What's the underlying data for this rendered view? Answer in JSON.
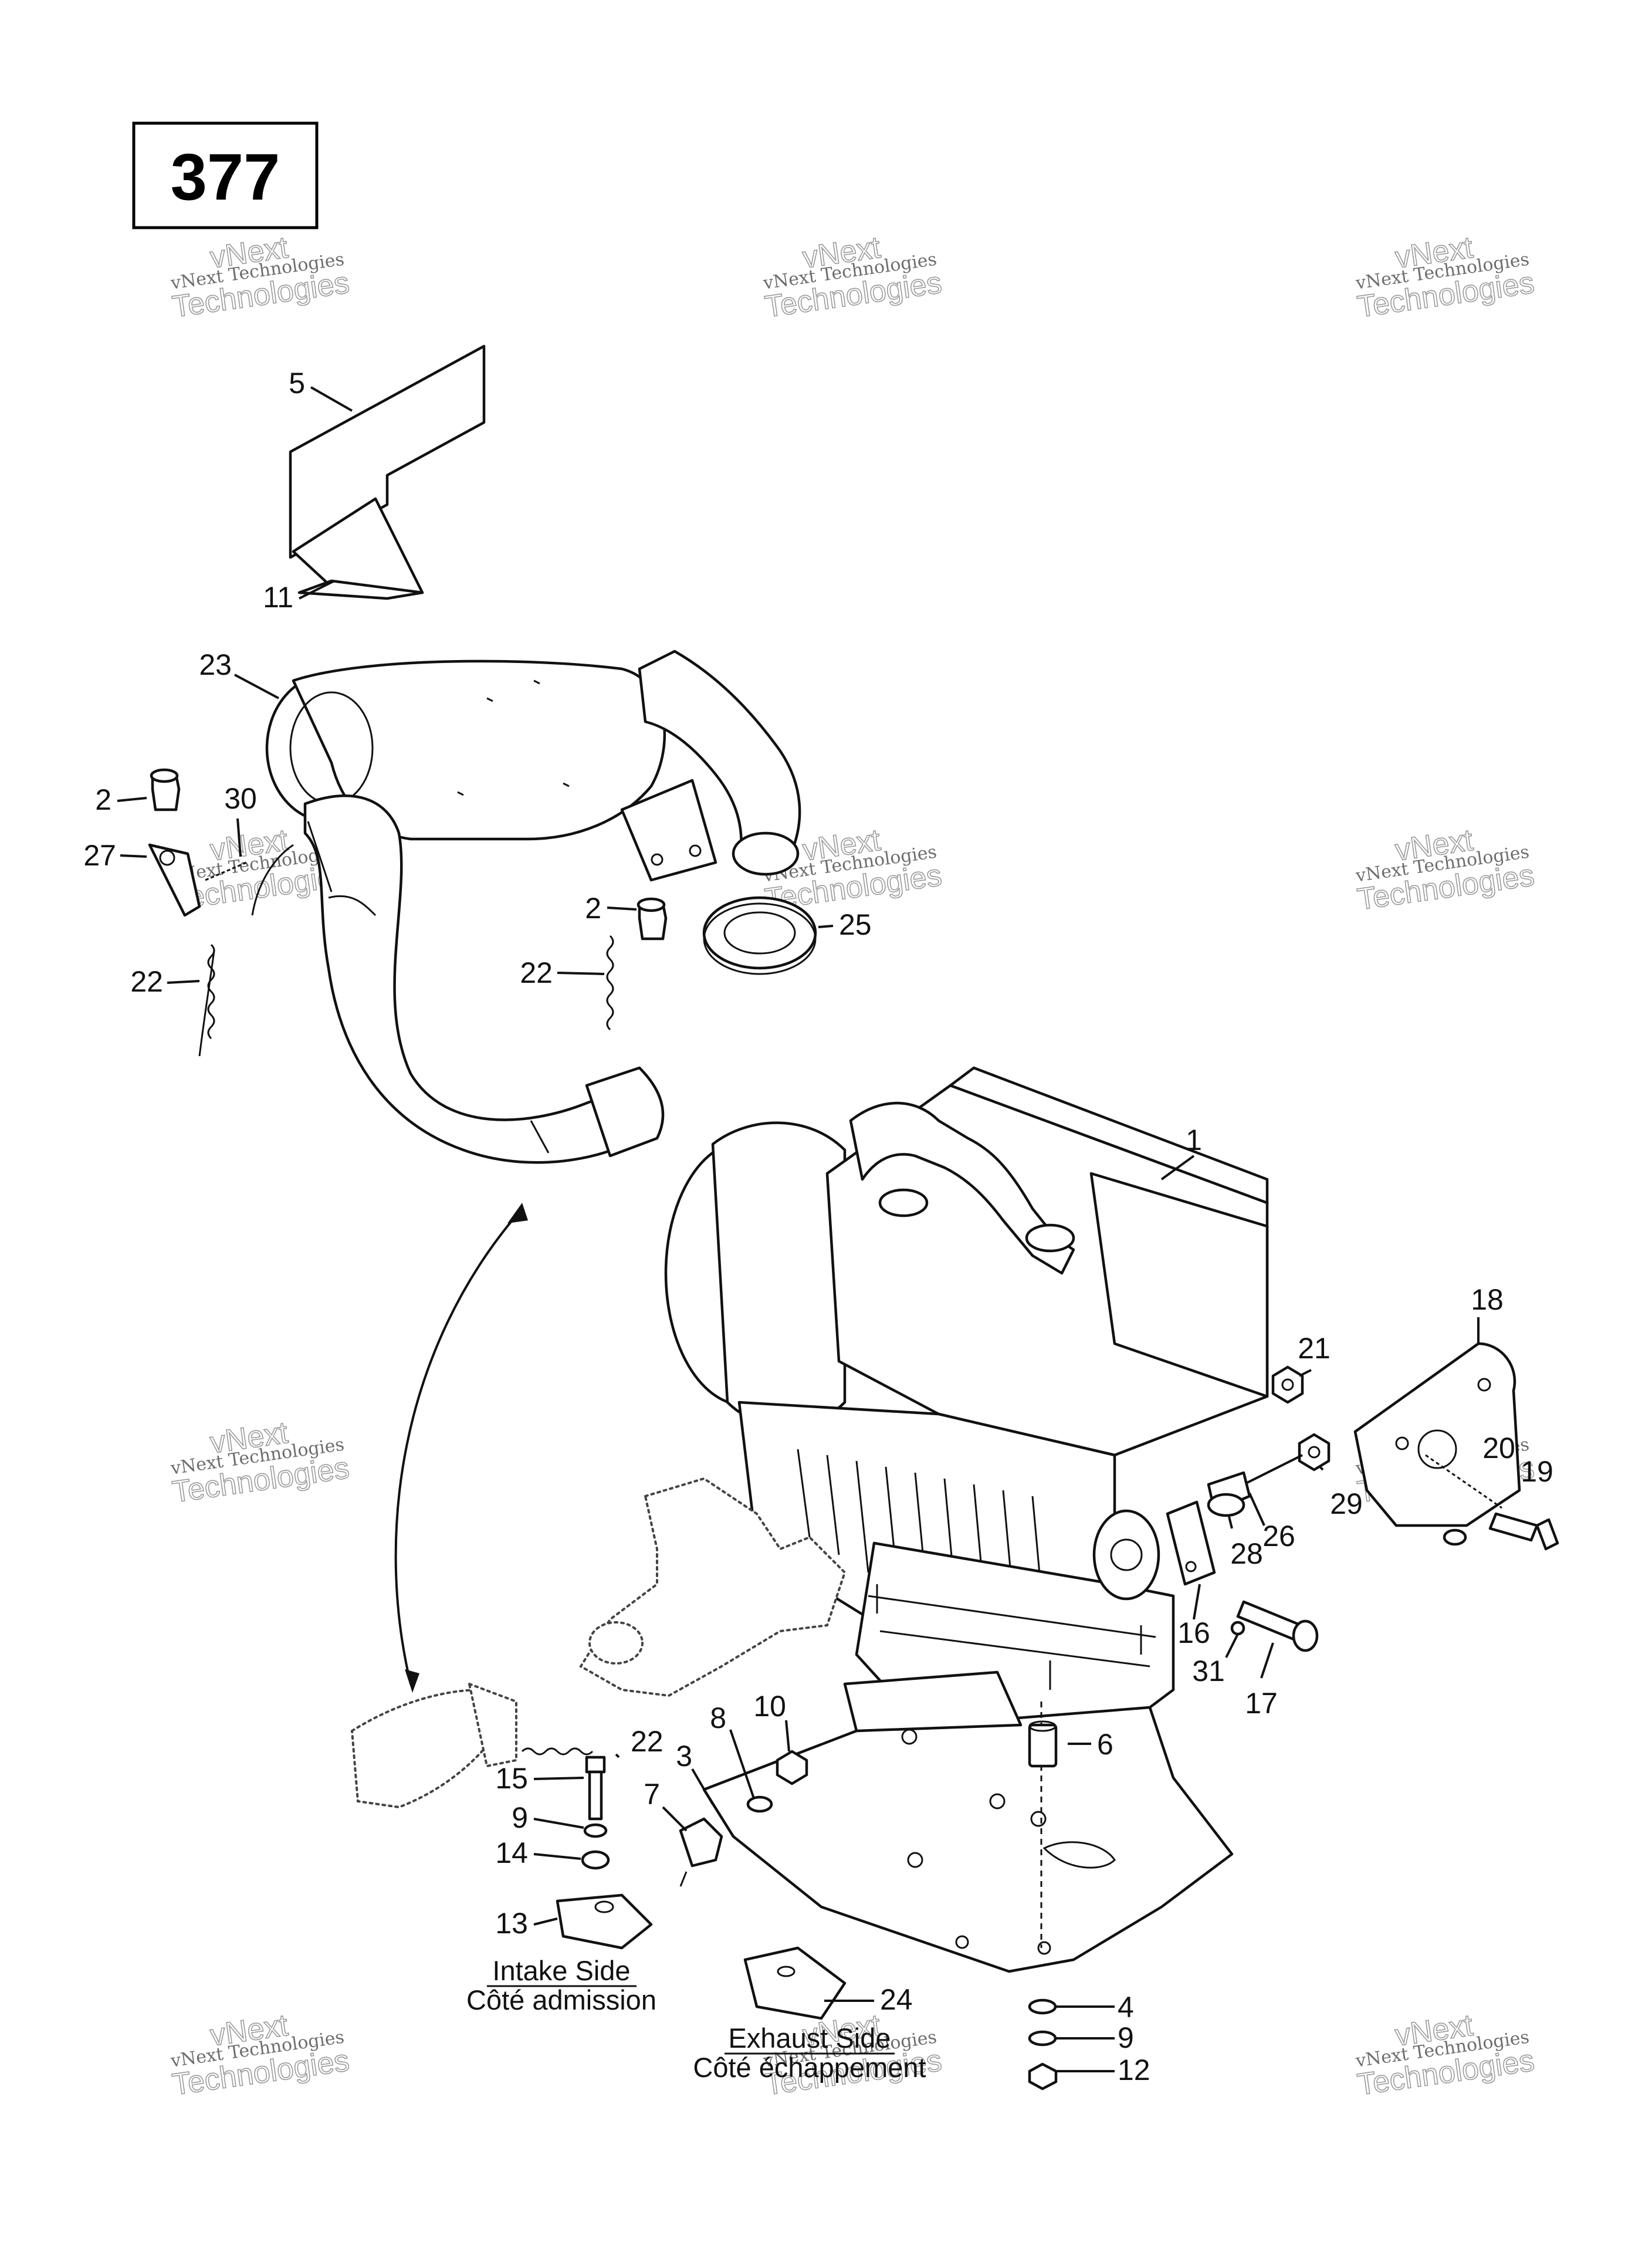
{
  "page": {
    "number": "377",
    "footer_code": ""
  },
  "callouts": [
    {
      "id": "c5",
      "text": "5"
    },
    {
      "id": "c11",
      "text": "11"
    },
    {
      "id": "c23",
      "text": "23"
    },
    {
      "id": "c2a",
      "text": "2"
    },
    {
      "id": "c30",
      "text": "30"
    },
    {
      "id": "c27",
      "text": "27"
    },
    {
      "id": "c22a",
      "text": "22"
    },
    {
      "id": "c2b",
      "text": "2"
    },
    {
      "id": "c25",
      "text": "25"
    },
    {
      "id": "c22b",
      "text": "22"
    },
    {
      "id": "c1",
      "text": "1"
    },
    {
      "id": "c18",
      "text": "18"
    },
    {
      "id": "c21",
      "text": "21"
    },
    {
      "id": "c20",
      "text": "20"
    },
    {
      "id": "c19",
      "text": "19"
    },
    {
      "id": "c29",
      "text": "29"
    },
    {
      "id": "c26",
      "text": "26"
    },
    {
      "id": "c28",
      "text": "28"
    },
    {
      "id": "c16",
      "text": "16"
    },
    {
      "id": "c31",
      "text": "31"
    },
    {
      "id": "c17",
      "text": "17"
    },
    {
      "id": "c10",
      "text": "10"
    },
    {
      "id": "c8",
      "text": "8"
    },
    {
      "id": "c3",
      "text": "3"
    },
    {
      "id": "c7",
      "text": "7"
    },
    {
      "id": "c22c",
      "text": "22"
    },
    {
      "id": "c6",
      "text": "6"
    },
    {
      "id": "c15",
      "text": "15"
    },
    {
      "id": "c9a",
      "text": "9"
    },
    {
      "id": "c14",
      "text": "14"
    },
    {
      "id": "c13",
      "text": "13"
    },
    {
      "id": "c24",
      "text": "24"
    },
    {
      "id": "c4",
      "text": "4"
    },
    {
      "id": "c9b",
      "text": "9"
    },
    {
      "id": "c12",
      "text": "12"
    }
  ],
  "labels": {
    "intake_en": "Intake Side",
    "intake_fr": "Côté admission",
    "exhaust_en": "Exhaust Side",
    "exhaust_fr": "Côté échappement"
  },
  "watermark": {
    "line1": "vNext Technologies",
    "line2": "vNext",
    "line3": "Technologies"
  },
  "colors": {
    "ink": "#111111",
    "watermark": "#9a9a9a",
    "background": "#ffffff"
  }
}
